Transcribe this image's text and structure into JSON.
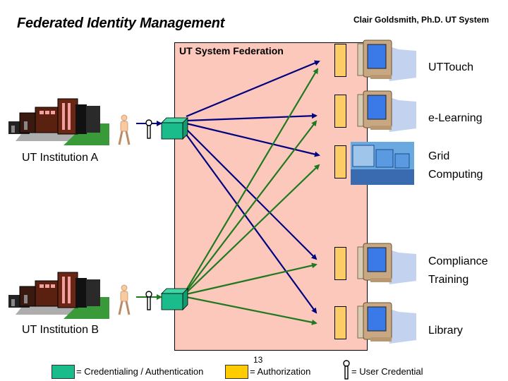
{
  "header": {
    "title": "Federated Identity Management",
    "author": "Clair Goldsmith, Ph.D. UT System"
  },
  "federation": {
    "label": "UT System Federation",
    "fill_color": "#fcc8bb"
  },
  "institutions": [
    {
      "label": "UT Institution A",
      "arrow_color": "#000080"
    },
    {
      "label": "UT Institution B",
      "arrow_color": "#1f7a1f"
    }
  ],
  "services": [
    {
      "label_line1": "UTTouch",
      "label_line2": "",
      "icon": "desktop-computer-icon"
    },
    {
      "label_line1": "e-Learning",
      "label_line2": "",
      "icon": "desktop-computer-icon"
    },
    {
      "label_line1": "Grid",
      "label_line2": "Computing",
      "icon": "computer-lab-icon"
    },
    {
      "label_line1": "Compliance",
      "label_line2": "Training",
      "icon": "desktop-computer-icon"
    },
    {
      "label_line1": "Library",
      "label_line2": "",
      "icon": "desktop-computer-icon"
    }
  ],
  "legend": {
    "credentialing": {
      "label": "= Credentialing / Authentication",
      "color": "#1abc8c"
    },
    "authorization": {
      "label": "= Authorization",
      "color": "#ffcc00"
    },
    "user_credential": {
      "label": "= User Credential",
      "icon": "key-icon"
    }
  },
  "page_number": "13"
}
